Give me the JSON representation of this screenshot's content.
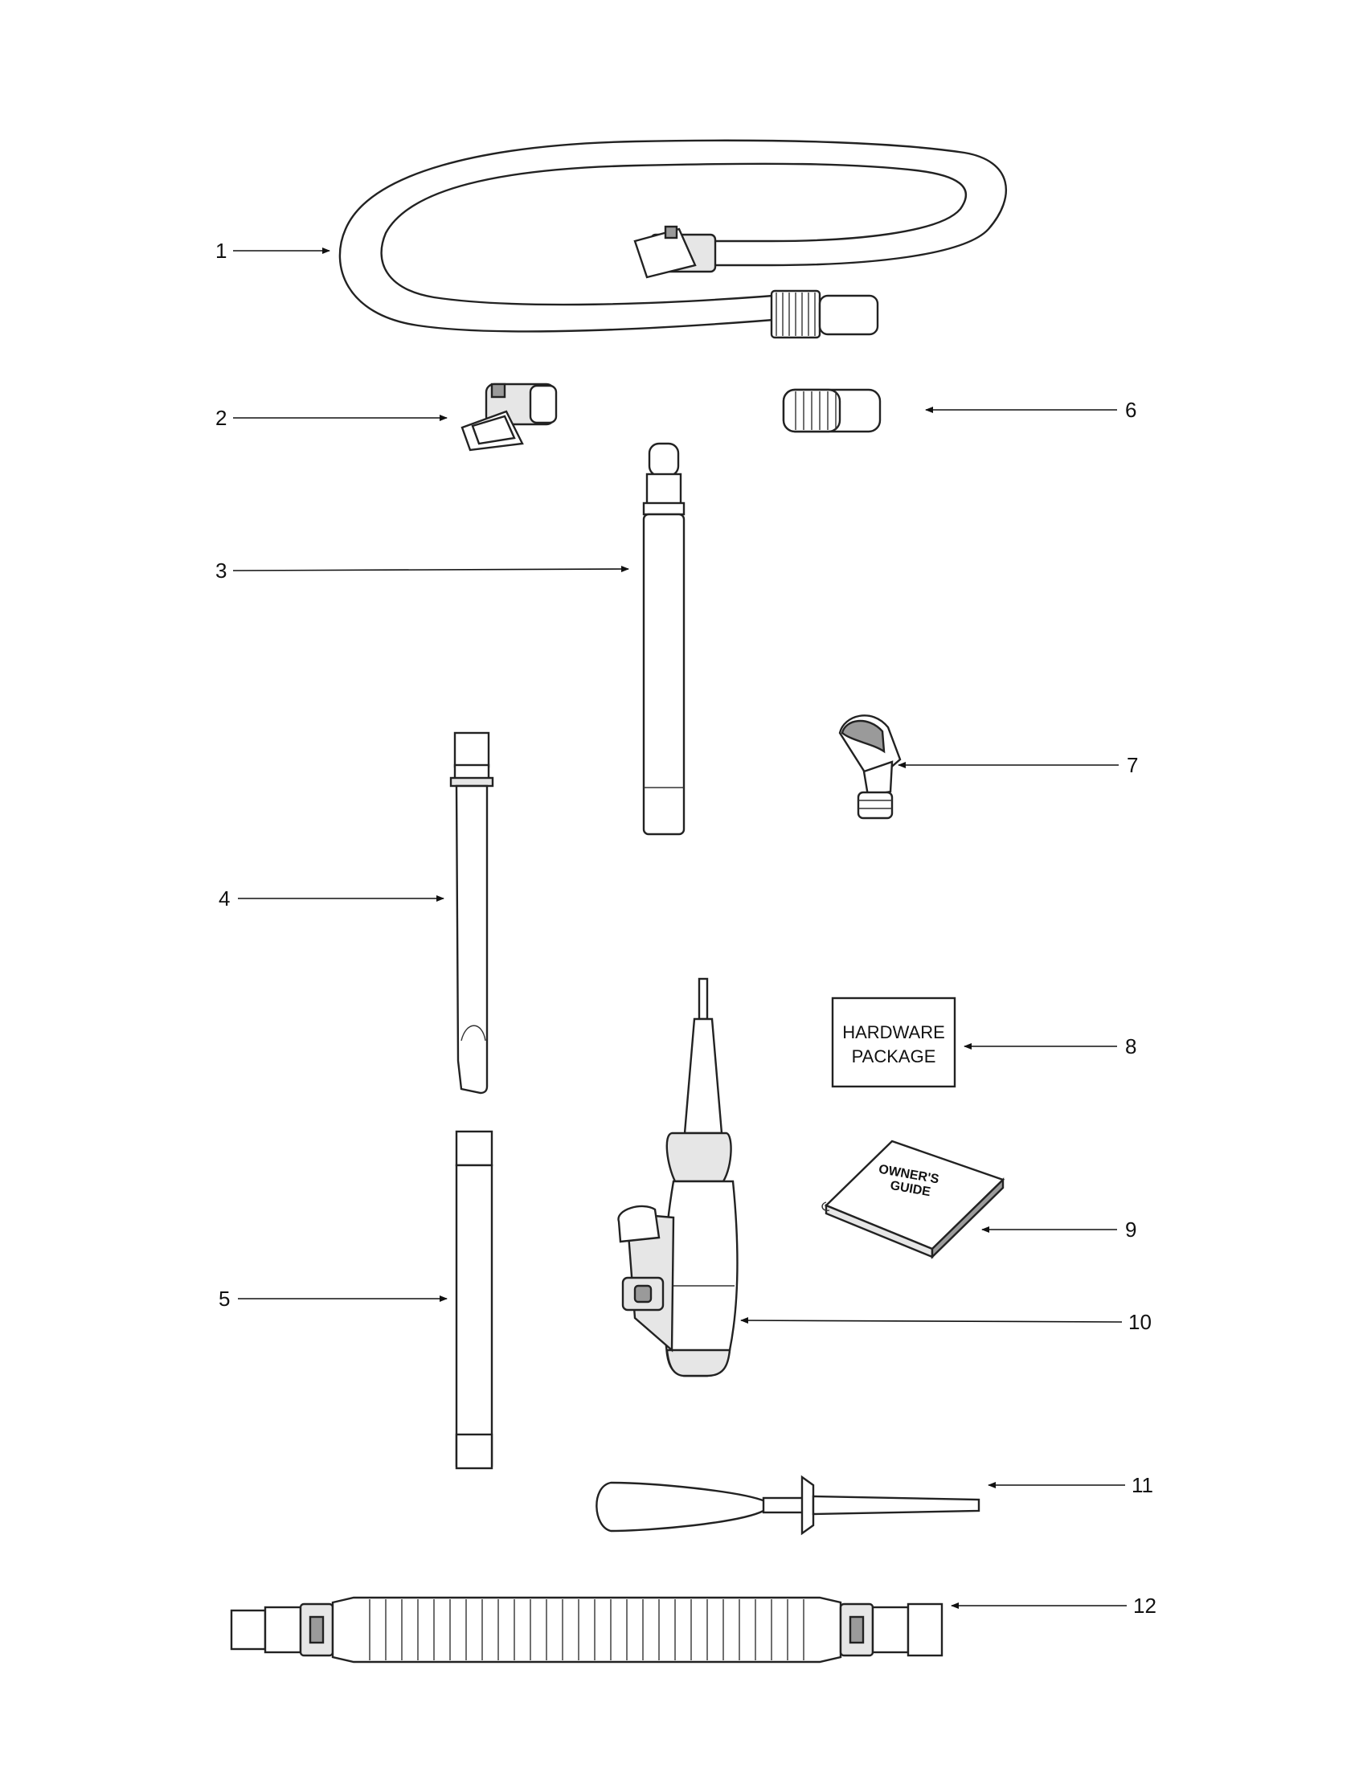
{
  "callouts": {
    "c1": "1",
    "c2": "2",
    "c3": "3",
    "c4": "4",
    "c5": "5",
    "c6": "6",
    "c7": "7",
    "c8": "8",
    "c9": "9",
    "c10": "10",
    "c11": "11",
    "c12": "12"
  },
  "hardware_package": {
    "line1": "HARDWARE",
    "line2": "PACKAGE"
  },
  "owners_guide": {
    "line1": "OWNER'S",
    "line2": "GUIDE"
  }
}
